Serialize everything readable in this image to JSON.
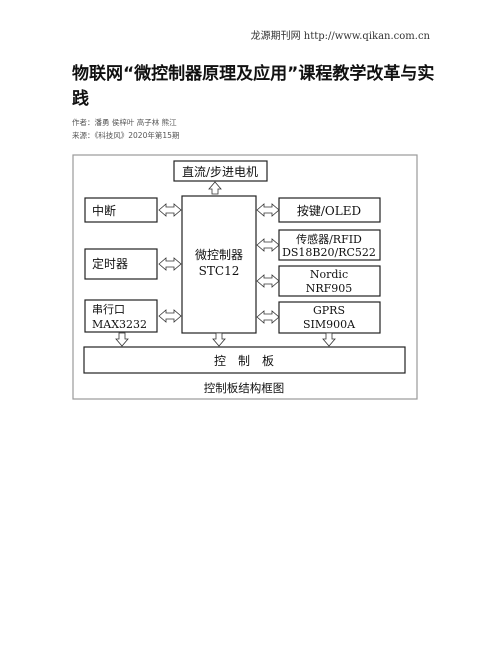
{
  "header": {
    "source": "龙源期刊网 http://www.qikan.com.cn"
  },
  "article": {
    "title": "物联网“微控制器原理及应用”课程教学改革与实践",
    "author_label": "作者：",
    "authors": "潘勇 侯梓叶 高子林 熊江",
    "source_label": "来源：",
    "source": "《科技风》2020年第15期"
  },
  "figure": {
    "caption": "控制板结构框图",
    "boxes": {
      "motor": "直流/步进电机",
      "interrupt": "中断",
      "timer": "定时器",
      "serial": "串行口",
      "serial_chip": "MAX3232",
      "mcu": "微控制器",
      "mcu_model": "STC12",
      "keys": "按键/OLED",
      "sensor": "传感器/RFID",
      "sensor_model": "DS18B20/RC522",
      "nordic": "Nordic",
      "nordic_model": "NRF905",
      "gprs": "GPRS",
      "gprs_model": "SIM900A",
      "board": "控　制　板"
    }
  }
}
